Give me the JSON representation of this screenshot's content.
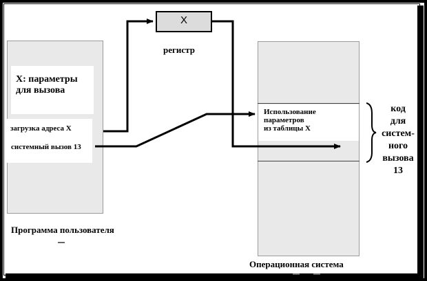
{
  "register": {
    "value": "X",
    "label": "регистр"
  },
  "user_program": {
    "params_text": "X: параметры\nдля вызова",
    "load_instruction": "загрузка адреса X",
    "syscall_instruction": "системный вызов 13",
    "label": "Программа пользователя"
  },
  "os": {
    "usage_text": "Использование\nпараметров\nиз таблицы X",
    "label": "Операционная система"
  },
  "syscall_code": {
    "text": "код\nдля\nсистем-\nного\nвызова\n13"
  }
}
